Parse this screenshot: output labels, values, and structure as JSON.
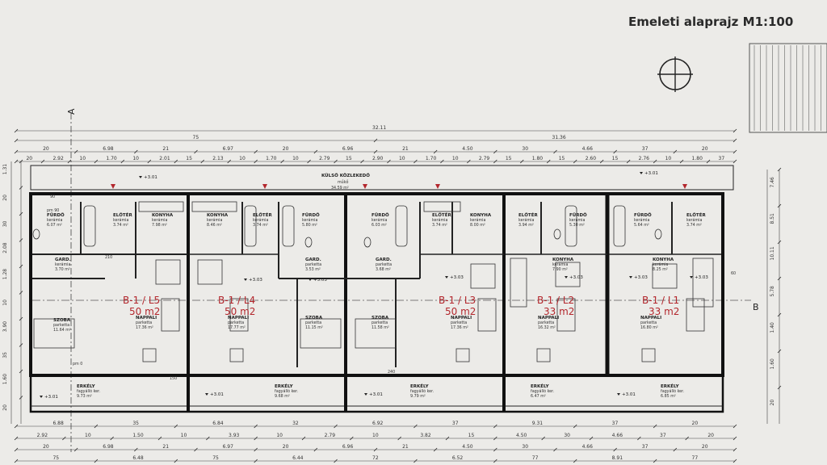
{
  "title": "Emeleti alaprajz M1:100",
  "section_marks": {
    "a": "A",
    "b": "B"
  },
  "corridor": {
    "name": "KÜLSŐ KÖZLEKEDŐ",
    "material": "műkő",
    "area": "34.59 m²"
  },
  "levels": {
    "l1": "+3.01",
    "l2": "+3.01",
    "l3": "+3.03",
    "l4": "+3.03",
    "l5": "+3.03",
    "l6": "+3.03",
    "l7": "+3.03",
    "l8": "+3.03",
    "l9": "+3.01",
    "l10": "+3.01",
    "l11": "+3.01",
    "l12": "+3.01"
  },
  "units": [
    {
      "label": "B-1 / L5",
      "area": "50 m2"
    },
    {
      "label": "B-1 / L4",
      "area": "50 m2"
    },
    {
      "label": "B-1 / L3",
      "area": "50 m2"
    },
    {
      "label": "B-1 / L2",
      "area": "33 m2"
    },
    {
      "label": "B-1 / L1",
      "area": "33 m2"
    }
  ],
  "rooms": [
    {
      "name": "FÜRDŐ",
      "material": "kerámia",
      "area": "6.07 m²"
    },
    {
      "name": "ELŐTÉR",
      "material": "kerámia",
      "area": "3.74 m²"
    },
    {
      "name": "KONYHA",
      "material": "kerámia",
      "area": "7.98 m²"
    },
    {
      "name": "KONYHA",
      "material": "kerámia",
      "area": "8.46 m²"
    },
    {
      "name": "ELŐTÉR",
      "material": "kerámia",
      "area": "3.74 m²"
    },
    {
      "name": "FÜRDŐ",
      "material": "kerámia",
      "area": "5.80 m²"
    },
    {
      "name": "FÜRDŐ",
      "material": "kerámia",
      "area": "6.03 m²"
    },
    {
      "name": "ELŐTÉR",
      "material": "kerámia",
      "area": "3.74 m²"
    },
    {
      "name": "KONYHA",
      "material": "kerámia",
      "area": "8.00 m²"
    },
    {
      "name": "ELŐTÉR",
      "material": "kerámia",
      "area": "3.94 m²"
    },
    {
      "name": "FÜRDŐ",
      "material": "kerámia",
      "area": "5.30 m²"
    },
    {
      "name": "FÜRDŐ",
      "material": "kerámia",
      "area": "5.64 m²"
    },
    {
      "name": "ELŐTÉR",
      "material": "kerámia",
      "area": "3.74 m²"
    },
    {
      "name": "GARD.",
      "material": "kerámia",
      "area": "3.70 m²"
    },
    {
      "name": "GARD.",
      "material": "parketta",
      "area": "3.53 m²"
    },
    {
      "name": "GARD.",
      "material": "parketta",
      "area": "3.68 m²"
    },
    {
      "name": "KONYHA",
      "material": "kerámia",
      "area": "7.90 m²"
    },
    {
      "name": "KONYHA",
      "material": "kerámia",
      "area": "8.25 m²"
    },
    {
      "name": "SZOBA",
      "material": "parketta",
      "area": "11.64 m²"
    },
    {
      "name": "NAPPALI",
      "material": "parketta",
      "area": "17.36 m²"
    },
    {
      "name": "NAPPALI",
      "material": "parketta",
      "area": "17.77 m²"
    },
    {
      "name": "SZOBA",
      "material": "parketta",
      "area": "11.15 m²"
    },
    {
      "name": "SZOBA",
      "material": "parketta",
      "area": "11.58 m²"
    },
    {
      "name": "NAPPALI",
      "material": "parketta",
      "area": "17.36 m²"
    },
    {
      "name": "NAPPALI",
      "material": "parketta",
      "area": "16.32 m²"
    },
    {
      "name": "NAPPALI",
      "material": "parketta",
      "area": "16.80 m²"
    },
    {
      "name": "ERKÉLY",
      "material": "fagyálló ker.",
      "area": "9.73 m²"
    },
    {
      "name": "ERKÉLY",
      "material": "fagyálló ker.",
      "area": "9.68 m²"
    },
    {
      "name": "ERKÉLY",
      "material": "fagyálló ker.",
      "area": "9.79 m²"
    },
    {
      "name": "ERKÉLY",
      "material": "fagyálló ker.",
      "area": "6.47 m²"
    },
    {
      "name": "ERKÉLY",
      "material": "fagyálló ker.",
      "area": "6.85 m²"
    }
  ],
  "dims_top": {
    "row1": [
      "32.11"
    ],
    "row2": [
      "75",
      "31.36"
    ],
    "row3": [
      "20",
      "6.98",
      "21",
      "6.97",
      "20",
      "6.96",
      "21",
      "4.50",
      "30",
      "4.66",
      "37",
      "20"
    ],
    "row4": [
      "20",
      "2.92",
      "10",
      "1.70",
      "10",
      "2.01",
      "15",
      "2.13",
      "10",
      "1.70",
      "10",
      "2.79",
      "15",
      "2.90",
      "10",
      "1.70",
      "10",
      "2.79",
      "15",
      "1.80",
      "15",
      "2.60",
      "15",
      "2.76",
      "10",
      "1.80",
      "37"
    ]
  },
  "dims_bottom": {
    "row1": [
      "6.88",
      "35",
      "6.84",
      "32",
      "6.92",
      "37",
      "9.31",
      "37",
      "20"
    ],
    "row2": [
      "2.92",
      "10",
      "1.50",
      "10",
      "3.93",
      "10",
      "2.79",
      "10",
      "3.82",
      "15",
      "4.50",
      "30",
      "4.66",
      "37",
      "20"
    ],
    "row3": [
      "20",
      "6.98",
      "21",
      "6.97",
      "20",
      "6.96",
      "21",
      "4.50",
      "30",
      "4.66",
      "37",
      "20"
    ],
    "row4": [
      "75",
      "6.48",
      "75",
      "6.44",
      "72",
      "6.52",
      "77",
      "8.91",
      "77"
    ]
  },
  "dims_left": [
    "1.31",
    "20",
    "30",
    "2.08",
    "1.28",
    "10",
    "3.90",
    "35",
    "1.60",
    "20"
  ],
  "dims_right": [
    "7.46",
    "8.51",
    "10.11",
    "5.78",
    "1.40",
    "1.60",
    "20"
  ],
  "labels_misc": [
    "pm 90",
    "pm 0",
    "210",
    "240",
    "60",
    "150",
    "90"
  ]
}
